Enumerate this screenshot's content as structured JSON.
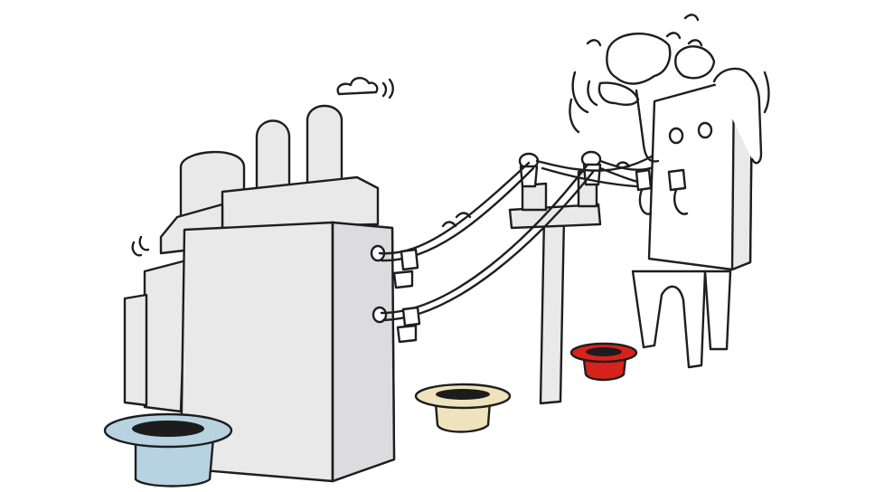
{
  "scene": {
    "subject_objects": [
      "factory",
      "electricity-board",
      "power-pole",
      "power-lines",
      "blue-hat",
      "beige-hat",
      "red-hat"
    ],
    "colors": {
      "background": "#ffffff",
      "ink": "#1e1e1e",
      "grey_fill": "#e9e9ea",
      "blue_hat": "#b7d3e1",
      "beige_hat": "#efe3bd",
      "red_hat": "#d8221c",
      "hat_inside": "#1c1c1c"
    }
  }
}
